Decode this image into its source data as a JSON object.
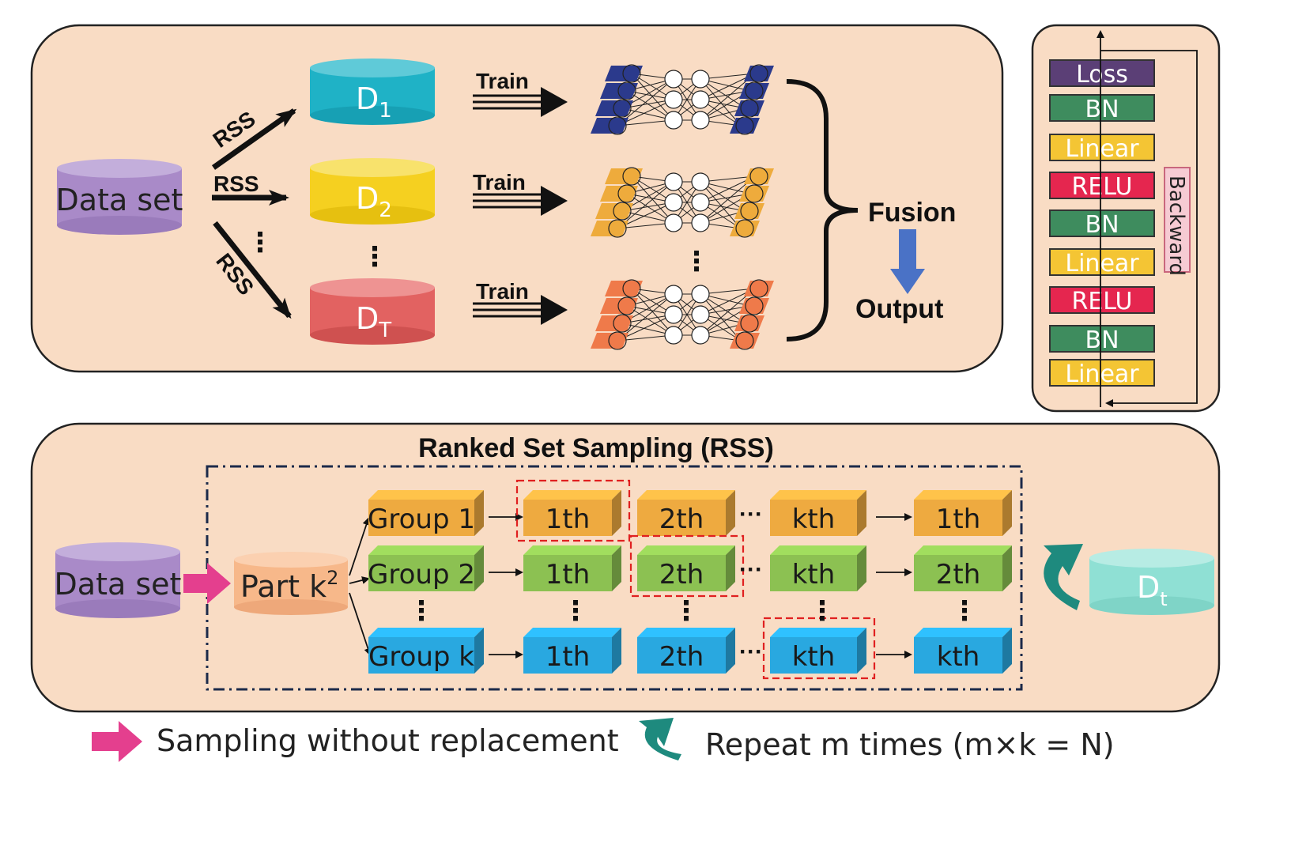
{
  "top_panel": {
    "source_label": "Data set",
    "arrow_labels": [
      "RSS",
      "RSS",
      "RSS"
    ],
    "subsets": [
      {
        "base": "D",
        "sub": "1",
        "color": "#1fb2c6"
      },
      {
        "base": "D",
        "sub": "2",
        "color": "#f5d020"
      },
      {
        "base": "D",
        "sub": "T",
        "color": "#e26261"
      }
    ],
    "train_labels": [
      "Train",
      "Train",
      "Train"
    ],
    "network_colors": [
      "#2b3a8c",
      "#eeab3c",
      "#ef7a4a"
    ],
    "fusion_label": "Fusion",
    "output_label": "Output"
  },
  "network_panel": {
    "layers": [
      {
        "label": "Loss",
        "color": "#5b3f76"
      },
      {
        "label": "BN",
        "color": "#3e8c5e"
      },
      {
        "label": "Linear",
        "color": "#f4c534"
      },
      {
        "label": "RELU",
        "color": "#e5264f"
      },
      {
        "label": "BN",
        "color": "#3e8c5e"
      },
      {
        "label": "Linear",
        "color": "#f4c534"
      },
      {
        "label": "RELU",
        "color": "#e5264f"
      },
      {
        "label": "BN",
        "color": "#3e8c5e"
      },
      {
        "label": "Linear",
        "color": "#f4c534"
      }
    ],
    "backward_label": "Backward"
  },
  "rss_panel": {
    "title": "Ranked Set Sampling (RSS)",
    "source_label": "Data set",
    "part_base": "Part k",
    "part_sup": "2",
    "groups": [
      {
        "label": "Group 1",
        "color": "#eeaa40",
        "ranks": [
          "1th",
          "2th",
          "kth"
        ],
        "selected": "1th"
      },
      {
        "label": "Group 2",
        "color": "#8cc152",
        "ranks": [
          "1th",
          "2th",
          "kth"
        ],
        "selected": "2th"
      },
      {
        "label": "Group k",
        "color": "#29a8e0",
        "ranks": [
          "1th",
          "2th",
          "kth"
        ],
        "selected": "kth"
      }
    ],
    "output_base": "D",
    "output_sub": "t"
  },
  "legend": {
    "sampling": "Sampling without replacement",
    "repeat": "Repeat m times (m×k = N)"
  },
  "colors": {
    "panel_fill": "#f9dcc4",
    "purple": "#a98ac8",
    "pink_arrow": "#e43f8e",
    "teal_arrow": "#1e8a7e",
    "fusion_arrow": "#4a72c6",
    "dashed_red": "#e02020",
    "dt_color": "#8fe0d4"
  }
}
